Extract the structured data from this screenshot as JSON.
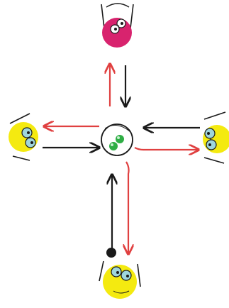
{
  "colors": {
    "background": "#ffffff",
    "ink": "#1a1a1a",
    "arrow_red": "#e04040",
    "face_yellow": "#f4ea10",
    "face_magenta": "#d8236e",
    "lens_cyan": "#9fd6dc",
    "center_green": "#2fae45"
  },
  "figures": [
    {
      "role": "top",
      "face_color": "magenta",
      "glasses": true
    },
    {
      "role": "left",
      "face_color": "yellow",
      "glasses": true
    },
    {
      "role": "right",
      "face_color": "yellow",
      "glasses": true
    },
    {
      "role": "bottom",
      "face_color": "yellow",
      "glasses": true
    }
  ],
  "center": {
    "icon": "green-dot-pair",
    "dot_count": 2
  },
  "connections": [
    {
      "from": "top",
      "to": "center",
      "color": "black"
    },
    {
      "from": "center",
      "to": "top",
      "color": "red"
    },
    {
      "from": "left",
      "to": "center",
      "color": "black"
    },
    {
      "from": "center",
      "to": "left",
      "color": "red"
    },
    {
      "from": "right",
      "to": "center",
      "color": "black"
    },
    {
      "from": "center",
      "to": "right",
      "color": "red"
    },
    {
      "from": "bottom",
      "to": "center",
      "color": "black"
    },
    {
      "from": "center",
      "to": "bottom",
      "color": "red"
    }
  ]
}
